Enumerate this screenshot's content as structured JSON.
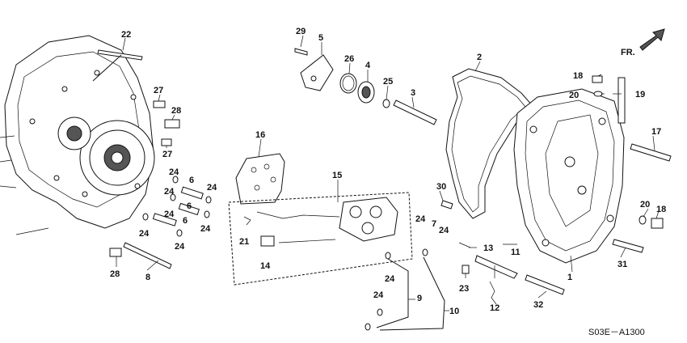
{
  "diagram": {
    "code": "S03E－A1300",
    "direction_label": "FR.",
    "callouts": [
      "22",
      "29",
      "5",
      "26",
      "4",
      "25",
      "3",
      "2",
      "18",
      "20",
      "19",
      "27",
      "28",
      "27",
      "16",
      "17",
      "15",
      "24",
      "6",
      "24",
      "24",
      "30",
      "24",
      "7",
      "24",
      "6",
      "24",
      "20",
      "18",
      "24",
      "6",
      "24",
      "21",
      "13",
      "11",
      "14",
      "31",
      "28",
      "8",
      "24",
      "24",
      "23",
      "1",
      "9",
      "12",
      "32",
      "24",
      "10"
    ]
  }
}
